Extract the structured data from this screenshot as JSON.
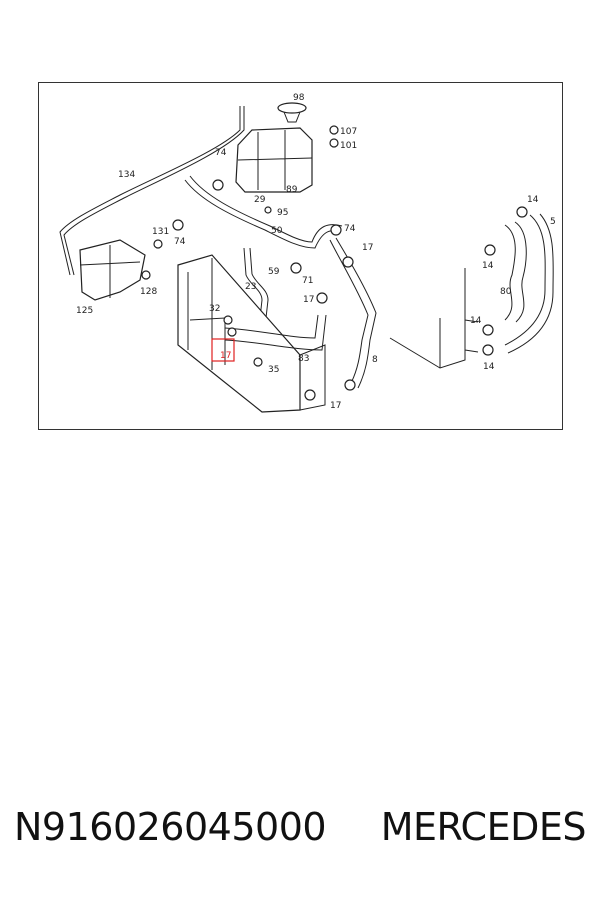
{
  "diagram": {
    "labels": [
      "98",
      "107",
      "101",
      "74",
      "89",
      "134",
      "29",
      "95",
      "131",
      "74",
      "50",
      "74",
      "17",
      "59",
      "71",
      "23",
      "17",
      "125",
      "128",
      "32",
      "17",
      "83",
      "35",
      "8",
      "17",
      "14",
      "5",
      "14",
      "80",
      "14",
      "14"
    ],
    "highlight_label": "17",
    "highlight_color": "#e02020"
  },
  "footer": {
    "part_number": "N916026045000",
    "brand": "MERCEDES"
  }
}
